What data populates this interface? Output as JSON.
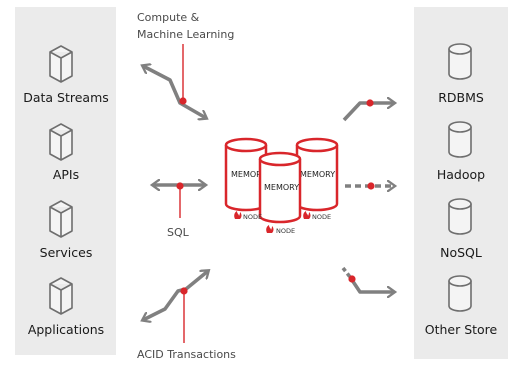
{
  "left_panel": {
    "items": [
      {
        "label": "Data Streams",
        "icon": "cube-icon"
      },
      {
        "label": "APIs",
        "icon": "cube-icon"
      },
      {
        "label": "Services",
        "icon": "cube-icon"
      },
      {
        "label": "Applications",
        "icon": "cube-icon"
      }
    ]
  },
  "right_panel": {
    "items": [
      {
        "label": "RDBMS",
        "icon": "database-icon"
      },
      {
        "label": "Hadoop",
        "icon": "database-icon"
      },
      {
        "label": "NoSQL",
        "icon": "database-icon"
      },
      {
        "label": "Other Store",
        "icon": "database-icon"
      }
    ]
  },
  "captions": {
    "top_line1": "Compute &",
    "top_line2": "Machine Learning",
    "sql": "SQL",
    "bottom": "ACID Transactions"
  },
  "cluster": {
    "memory_label": "MEMORY",
    "node_label": "NODE"
  },
  "colors": {
    "accent": "#d9262b",
    "arrow": "#808080",
    "panel": "#ebebeb",
    "icon_stroke": "#6e6e6e"
  }
}
